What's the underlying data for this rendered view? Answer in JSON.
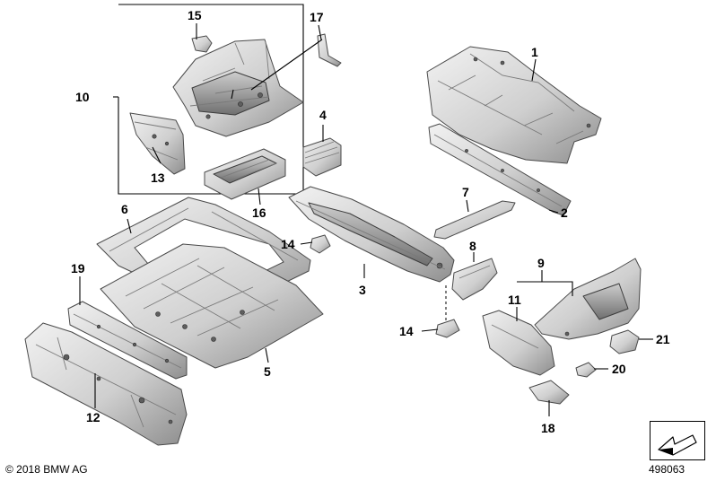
{
  "diagram": {
    "callouts": [
      "1",
      "2",
      "3",
      "4",
      "6",
      "8",
      "9",
      "10",
      "11",
      "12",
      "13",
      "14",
      "14",
      "15",
      "16",
      "17",
      "18",
      "19",
      "20",
      "21",
      "5",
      "7"
    ]
  },
  "footer": {
    "copyright": "© 2018 BMW AG",
    "doc_number": "498063"
  },
  "icons": {
    "nav_arrow": "direction-arrow-icon"
  },
  "colors": {
    "metal_light": "#e9e9e9",
    "metal_dark": "#9a9a9a",
    "outline": "#4a4a4a"
  }
}
